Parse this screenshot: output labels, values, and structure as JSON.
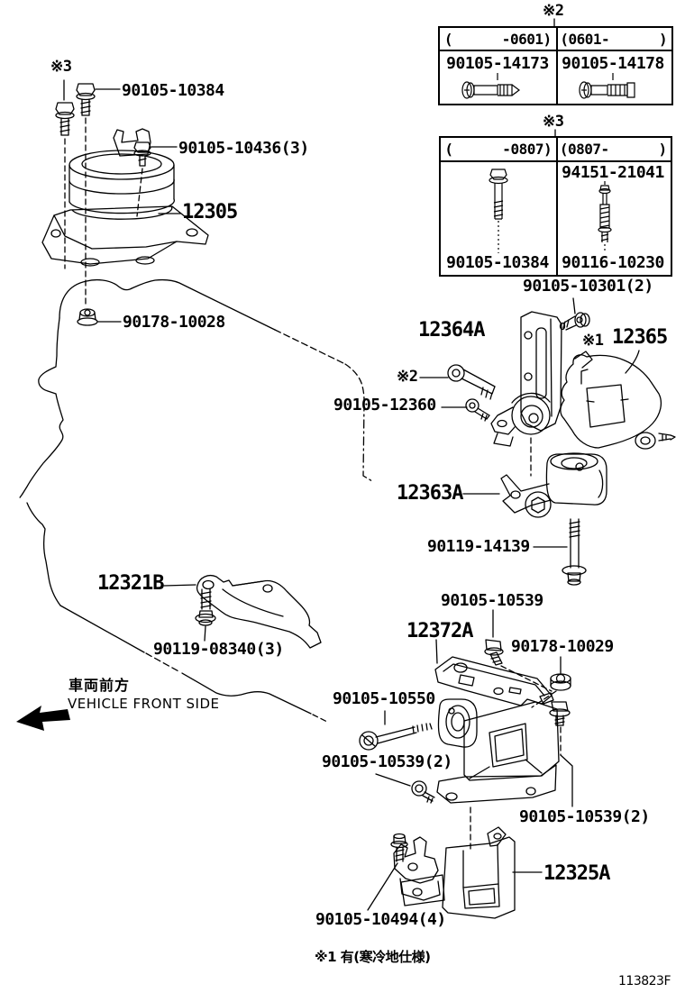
{
  "ink": "#000000",
  "background": "#ffffff",
  "drawing_code": "113823F",
  "footnote": "※1 有(寒冷地仕様)",
  "front_side": {
    "jp": "車両前方",
    "en": "VEHICLE FRONT SIDE"
  },
  "tables": {
    "t2": {
      "marker": "※2",
      "left_range": "(      -0601)",
      "right_range": "(0601-      )",
      "left_part": "90105-14173",
      "right_part": "90105-14178"
    },
    "t3": {
      "marker": "※3",
      "left_range": "(      -0807)",
      "right_range": "(0807-      )",
      "left_part": "90105-10384",
      "right_part_top": "94151-21041",
      "right_part_bottom": "90116-10230"
    }
  },
  "labels": {
    "ref3_top": "※3",
    "bolt_10384": "90105-10384",
    "bolt_10436": "90105-10436(3)",
    "part_12305": "12305",
    "nut_10028": "90178-10028",
    "bolt_10301": "90105-10301(2)",
    "part_12364a": "12364A",
    "ref1": "※1",
    "part_12365": "12365",
    "ref2": "※2",
    "bolt_12360": "90105-12360",
    "part_12363a": "12363A",
    "bolt_14139": "90119-14139",
    "part_12321b": "12321B",
    "bolt_08340": "90119-08340(3)",
    "bolt_10539": "90105-10539",
    "part_12372a": "12372A",
    "nut_10029": "90178-10029",
    "bolt_10550": "90105-10550",
    "bolt_10539_2a": "90105-10539(2)",
    "bolt_10539_2b": "90105-10539(2)",
    "part_12325a": "12325A",
    "bolt_10494": "90105-10494(4)"
  }
}
